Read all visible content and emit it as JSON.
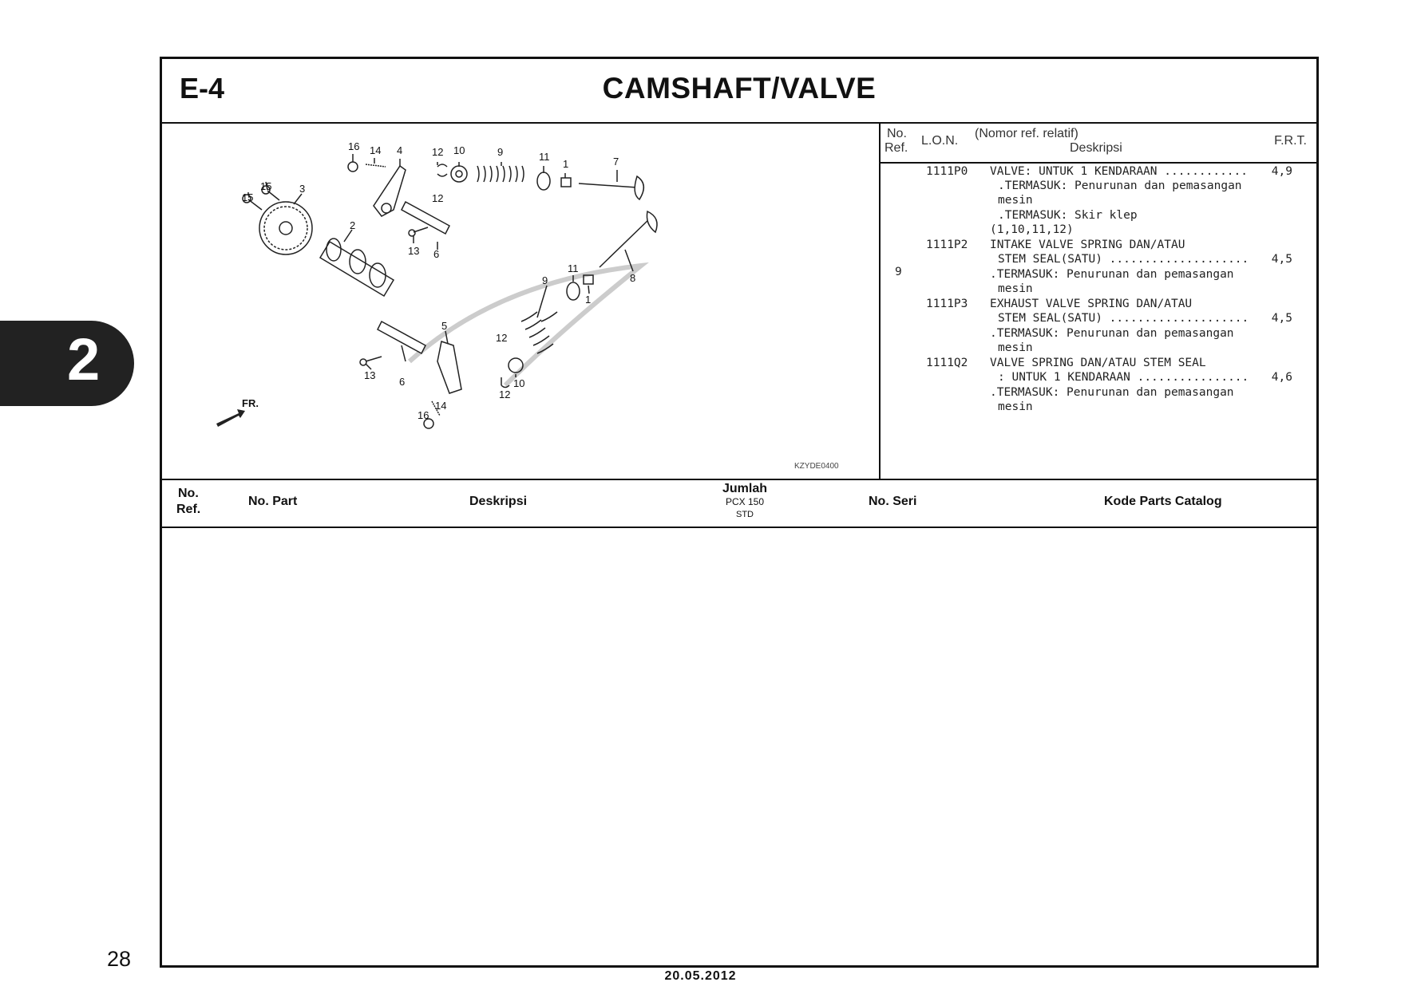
{
  "header": {
    "code": "E-4",
    "title": "CAMSHAFT/VALVE"
  },
  "side_tab": "2",
  "info_table": {
    "headers": {
      "no": "No.",
      "ref": "Ref.",
      "lon": "L.O.N.",
      "nomor": "(Nomor ref. relatif)",
      "deskripsi": "Deskripsi",
      "frt": "F.R.T."
    },
    "ref_no": "9",
    "entries": [
      {
        "lon": "1111P0",
        "desc": "VALVE: UNTUK 1 KENDARAAN ............",
        "frt": "4,9",
        "subs": [
          ".TERMASUK: Penurunan dan pemasangan",
          "mesin",
          ".TERMASUK: Skir klep",
          "(1,10,11,12)"
        ]
      },
      {
        "lon": "1111P2",
        "desc": "INTAKE VALVE SPRING DAN/ATAU",
        "desc2": "STEM SEAL(SATU) ....................",
        "frt": "4,5",
        "subs": [
          ".TERMASUK: Penurunan dan pemasangan",
          "mesin"
        ]
      },
      {
        "lon": "1111P3",
        "desc": "EXHAUST VALVE SPRING DAN/ATAU",
        "desc2": "STEM SEAL(SATU) ....................",
        "frt": "4,5",
        "subs": [
          ".TERMASUK: Penurunan dan pemasangan",
          "mesin"
        ]
      },
      {
        "lon": "1111Q2",
        "desc": "VALVE SPRING DAN/ATAU STEM SEAL",
        "desc2": ": UNTUK 1 KENDARAAN ................",
        "frt": "4,6",
        "subs": [
          ".TERMASUK: Penurunan dan pemasangan",
          "mesin"
        ]
      }
    ]
  },
  "diagram": {
    "code": "KZYDE0400",
    "fr_label": "FR.",
    "labels": [
      "16",
      "14",
      "4",
      "12",
      "10",
      "9",
      "11",
      "1",
      "7",
      "15",
      "15",
      "3",
      "12",
      "2",
      "13",
      "6",
      "8",
      "11",
      "9",
      "1",
      "5",
      "12",
      "13",
      "6",
      "10",
      "12",
      "14",
      "16"
    ]
  },
  "parts_table": {
    "no": "No.",
    "ref": "Ref.",
    "part": "No. Part",
    "desc": "Deskripsi",
    "jumlah": "Jumlah",
    "model": "PCX 150",
    "std": "STD",
    "seri": "No. Seri",
    "kode": "Kode Parts Catalog"
  },
  "page_number": "28",
  "date": "20.05.2012"
}
